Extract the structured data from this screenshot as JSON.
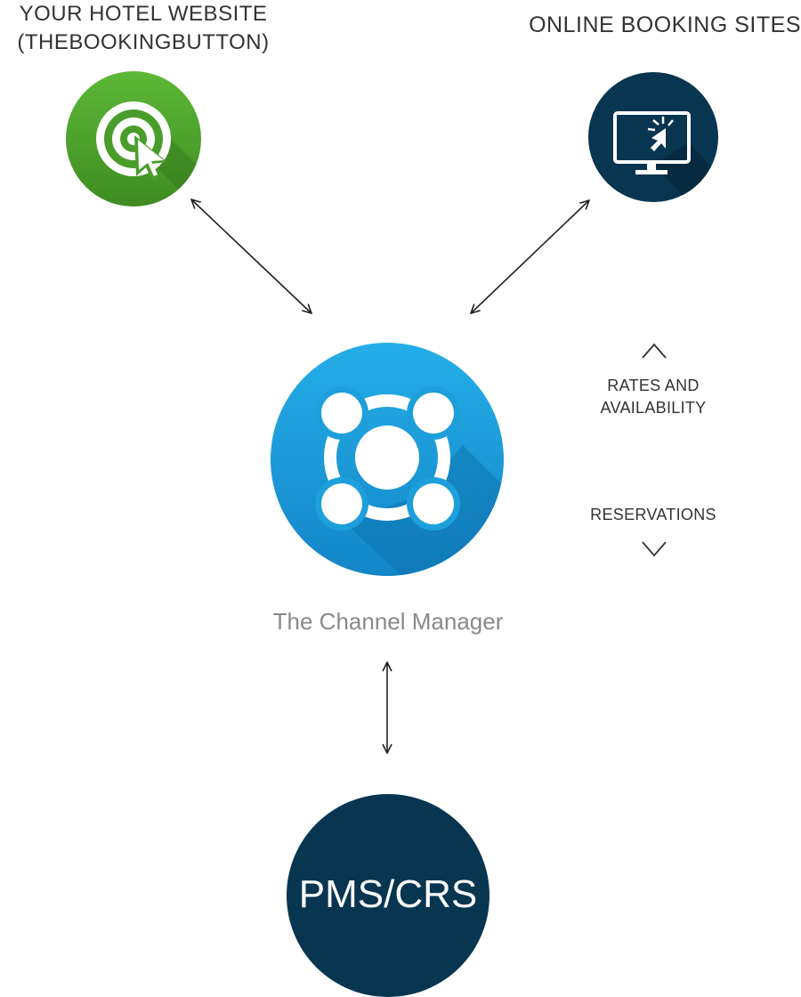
{
  "nodes": {
    "hotel_website": {
      "label_line1": "YOUR HOTEL WEBSITE",
      "label_line2": "(THEBOOKINGBUTTON)",
      "icon": "cursor-target-icon",
      "color": "#4a9d2a"
    },
    "online_booking": {
      "label": "ONLINE BOOKING SITES",
      "icon": "monitor-click-icon",
      "color": "#083550"
    },
    "channel_manager": {
      "label": "The Channel Manager",
      "icon": "channel-manager-logo-icon",
      "color": "#1a9ad9"
    },
    "pms_crs": {
      "label": "PMS/CRS",
      "color": "#083550"
    }
  },
  "flows": {
    "rates_line1": "RATES AND",
    "rates_line2": "AVAILABILITY",
    "reservations": "RESERVATIONS"
  }
}
